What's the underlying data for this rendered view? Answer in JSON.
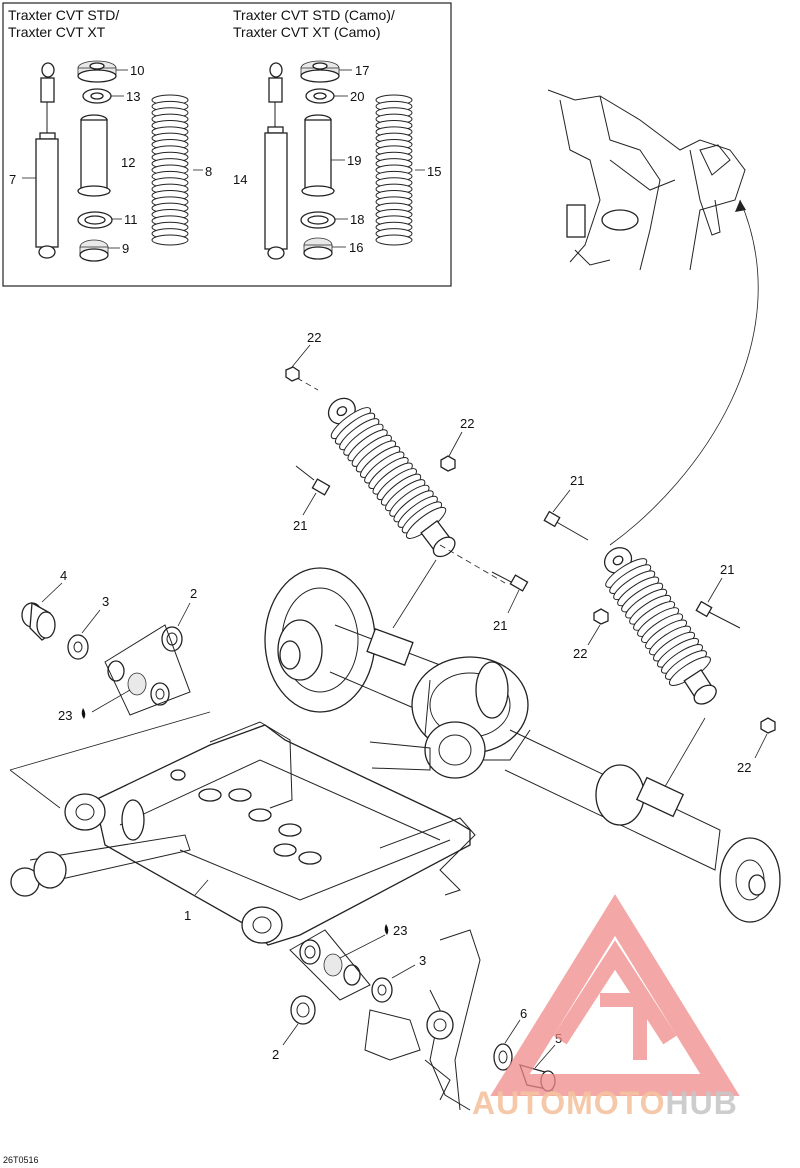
{
  "inset": {
    "header_left": [
      "Traxter CVT STD/",
      "Traxter CVT XT"
    ],
    "header_right": [
      "Traxter CVT STD (Camo)/",
      "Traxter CVT XT (Camo)"
    ]
  },
  "callouts": {
    "c1": "1",
    "c2a": "2",
    "c2b": "2",
    "c3a": "3",
    "c3b": "3",
    "c4": "4",
    "c5": "5",
    "c6": "6",
    "c7": "7",
    "c8": "8",
    "c9": "9",
    "c10": "10",
    "c11": "11",
    "c12": "12",
    "c13": "13",
    "c14": "14",
    "c15": "15",
    "c16": "16",
    "c17": "17",
    "c18": "18",
    "c19": "19",
    "c20": "20",
    "c21a": "21",
    "c21b": "21",
    "c21c": "21",
    "c21d": "21",
    "c22a": "22",
    "c22b": "22",
    "c22c": "22",
    "c22d": "22",
    "c23a": "23",
    "c23b": "23"
  },
  "figure_code": "26T0516",
  "watermark": {
    "text": "AUTOMOTOHUB",
    "color_left": "#f5c3a0",
    "color_right": "#c8c8c8",
    "logo_color": "#f08a8a"
  }
}
